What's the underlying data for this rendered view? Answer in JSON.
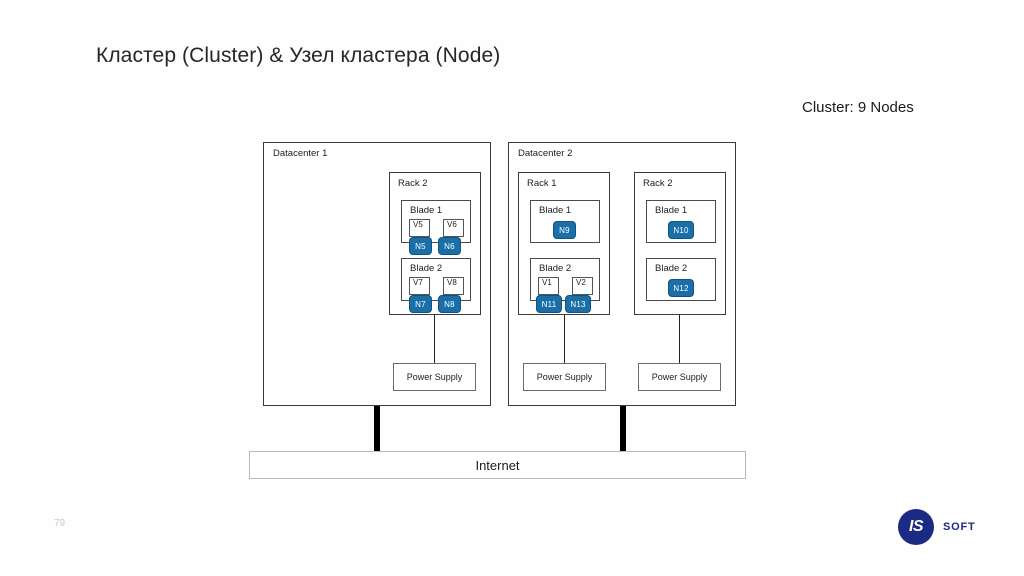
{
  "slide": {
    "title": "Кластер (Cluster) & Узел кластера (Node)",
    "cluster_caption": "Cluster: 9 Nodes",
    "page_number": "79",
    "accent_node_color": "#1a6fa8",
    "logo_color": "#1b2a82"
  },
  "logo": {
    "mark": "IS",
    "text": "SOFT"
  },
  "internet": {
    "label": "Internet"
  },
  "datacenters": [
    {
      "label": "Datacenter 1",
      "racks": [
        {
          "label": "Rack 2",
          "blades": [
            {
              "label": "Blade 1",
              "vms": [
                "V5",
                "V6"
              ],
              "nodes": [
                "N5",
                "N6"
              ]
            },
            {
              "label": "Blade 2",
              "vms": [
                "V7",
                "V8"
              ],
              "nodes": [
                "N7",
                "N8"
              ]
            }
          ],
          "power_supply": "Power Supply"
        }
      ]
    },
    {
      "label": "Datacenter 2",
      "racks": [
        {
          "label": "Rack 1",
          "blades": [
            {
              "label": "Blade 1",
              "vms": [],
              "nodes": [
                "N9"
              ]
            },
            {
              "label": "Blade 2",
              "vms": [
                "V1",
                "V2"
              ],
              "nodes": [
                "N11",
                "N13"
              ]
            }
          ],
          "power_supply": "Power Supply"
        },
        {
          "label": "Rack 2",
          "blades": [
            {
              "label": "Blade 1",
              "vms": [],
              "nodes": [
                "N10"
              ]
            },
            {
              "label": "Blade 2",
              "vms": [],
              "nodes": [
                "N12"
              ]
            }
          ],
          "power_supply": "Power Supply"
        }
      ]
    }
  ]
}
